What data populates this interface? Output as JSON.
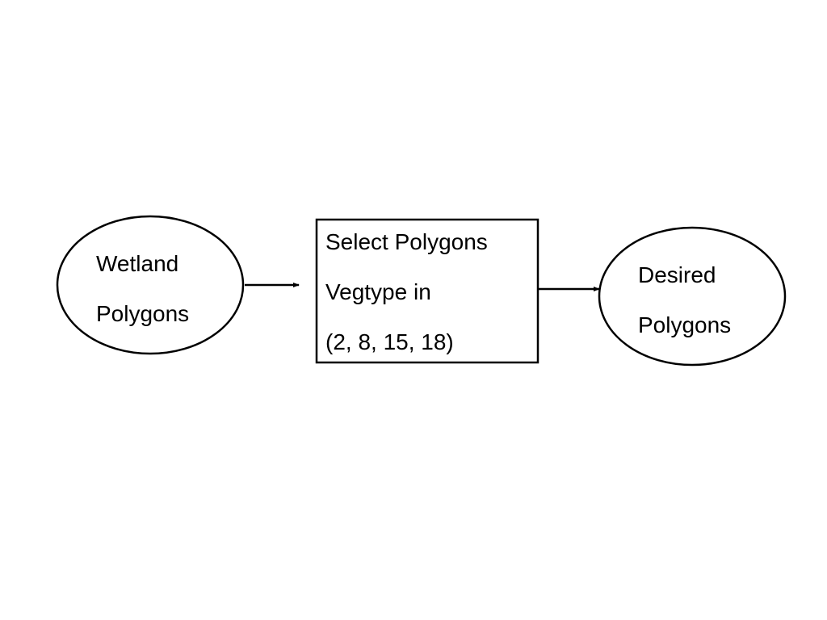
{
  "diagram": {
    "input_node": {
      "line1": "Wetland",
      "line2": "Polygons"
    },
    "process_node": {
      "line1": "Select Polygons",
      "line2": "Vegtype in",
      "line3": "(2, 8, 15, 18)"
    },
    "output_node": {
      "line1": "Desired",
      "line2": "Polygons"
    },
    "colors": {
      "stroke": "#000000",
      "background": "#ffffff"
    }
  }
}
